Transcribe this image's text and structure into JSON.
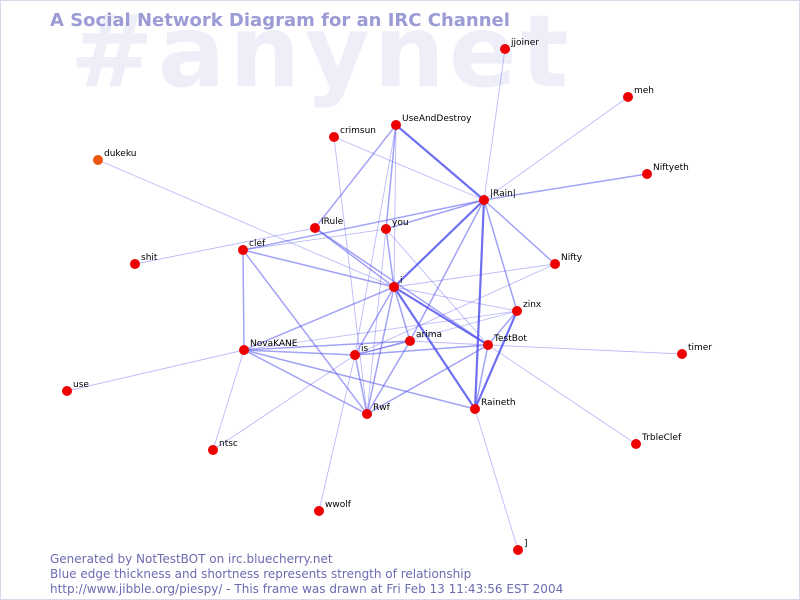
{
  "watermark": "#anynet",
  "title": "A Social Network Diagram for an IRC Channel",
  "footer": {
    "line1": "Generated by NotTestBOT on irc.bluecherry.net",
    "line2": "Blue edge thickness and shortness represents strength of relationship",
    "line3": "http://www.jibble.org/piespy/ - This frame was drawn at Fri Feb 13 11:43:56 EST 2004"
  },
  "colors": {
    "node": "#ee0000",
    "node_alt": "#ee5511",
    "edge": "#5555ee",
    "title": "#9b9bd6",
    "watermark": "#eeeef9",
    "footer": "#6b6bb0"
  },
  "nodes": [
    {
      "id": "jjoiner",
      "label": "jjoiner"
    },
    {
      "id": "meh",
      "label": "meh"
    },
    {
      "id": "UseAndDestroy",
      "label": "UseAndDestroy"
    },
    {
      "id": "crimsun",
      "label": "crimsun"
    },
    {
      "id": "dukeku",
      "label": "dukeku"
    },
    {
      "id": "Niftyeth",
      "label": "Niftyeth"
    },
    {
      "id": "Rain",
      "label": "|Rain|"
    },
    {
      "id": "IRule",
      "label": "IRule"
    },
    {
      "id": "you",
      "label": "you"
    },
    {
      "id": "clef",
      "label": "clef"
    },
    {
      "id": "shit",
      "label": "shit"
    },
    {
      "id": "Nifty",
      "label": "Nifty"
    },
    {
      "id": "i",
      "label": "i"
    },
    {
      "id": "zinx",
      "label": "zinx"
    },
    {
      "id": "arima",
      "label": "arima"
    },
    {
      "id": "NovaKANE",
      "label": "NovaKANE"
    },
    {
      "id": "is",
      "label": "is"
    },
    {
      "id": "TestBot",
      "label": "TestBot"
    },
    {
      "id": "timer",
      "label": "timer"
    },
    {
      "id": "use",
      "label": "use"
    },
    {
      "id": "Rwf",
      "label": "Rwf"
    },
    {
      "id": "Raineth",
      "label": "Raineth"
    },
    {
      "id": "TrbleClef",
      "label": "TrbleClef"
    },
    {
      "id": "ntsc",
      "label": "ntsc"
    },
    {
      "id": "wwolf",
      "label": "wwolf"
    },
    {
      "id": "bracket",
      "label": "]"
    }
  ],
  "edges": [
    {
      "from": "jjoiner",
      "to": "Rain",
      "strength": 1
    },
    {
      "from": "meh",
      "to": "Rain",
      "strength": 1
    },
    {
      "from": "Niftyeth",
      "to": "Rain",
      "strength": 2
    },
    {
      "from": "UseAndDestroy",
      "to": "Rain",
      "strength": 3
    },
    {
      "from": "crimsun",
      "to": "Rain",
      "strength": 1
    },
    {
      "from": "UseAndDestroy",
      "to": "IRule",
      "strength": 2
    },
    {
      "from": "UseAndDestroy",
      "to": "you",
      "strength": 2
    },
    {
      "from": "UseAndDestroy",
      "to": "i",
      "strength": 1
    },
    {
      "from": "UseAndDestroy",
      "to": "is",
      "strength": 1
    },
    {
      "from": "crimsun",
      "to": "Rwf",
      "strength": 1
    },
    {
      "from": "dukeku",
      "to": "i",
      "strength": 1
    },
    {
      "from": "Rain",
      "to": "clef",
      "strength": 2
    },
    {
      "from": "Rain",
      "to": "you",
      "strength": 2
    },
    {
      "from": "Rain",
      "to": "i",
      "strength": 3
    },
    {
      "from": "Rain",
      "to": "Nifty",
      "strength": 2
    },
    {
      "from": "Rain",
      "to": "zinx",
      "strength": 2
    },
    {
      "from": "Rain",
      "to": "Raineth",
      "strength": 3
    },
    {
      "from": "Rain",
      "to": "arima",
      "strength": 2
    },
    {
      "from": "IRule",
      "to": "shit",
      "strength": 1
    },
    {
      "from": "IRule",
      "to": "i",
      "strength": 2
    },
    {
      "from": "IRule",
      "to": "TestBot",
      "strength": 2
    },
    {
      "from": "clef",
      "to": "i",
      "strength": 2
    },
    {
      "from": "clef",
      "to": "NovaKANE",
      "strength": 2
    },
    {
      "from": "clef",
      "to": "Rwf",
      "strength": 2
    },
    {
      "from": "clef",
      "to": "you",
      "strength": 1
    },
    {
      "from": "you",
      "to": "i",
      "strength": 2
    },
    {
      "from": "you",
      "to": "TestBot",
      "strength": 1
    },
    {
      "from": "you",
      "to": "Rwf",
      "strength": 1
    },
    {
      "from": "Nifty",
      "to": "i",
      "strength": 1
    },
    {
      "from": "Nifty",
      "to": "is",
      "strength": 1
    },
    {
      "from": "i",
      "to": "zinx",
      "strength": 1
    },
    {
      "from": "i",
      "to": "arima",
      "strength": 2
    },
    {
      "from": "i",
      "to": "NovaKANE",
      "strength": 2
    },
    {
      "from": "i",
      "to": "is",
      "strength": 2
    },
    {
      "from": "i",
      "to": "TestBot",
      "strength": 3
    },
    {
      "from": "i",
      "to": "Raineth",
      "strength": 3
    },
    {
      "from": "i",
      "to": "Rwf",
      "strength": 2
    },
    {
      "from": "zinx",
      "to": "TestBot",
      "strength": 2
    },
    {
      "from": "zinx",
      "to": "Raineth",
      "strength": 3
    },
    {
      "from": "zinx",
      "to": "is",
      "strength": 1
    },
    {
      "from": "zinx",
      "to": "NovaKANE",
      "strength": 1
    },
    {
      "from": "arima",
      "to": "NovaKANE",
      "strength": 2
    },
    {
      "from": "arima",
      "to": "TestBot",
      "strength": 1
    },
    {
      "from": "arima",
      "to": "is",
      "strength": 2
    },
    {
      "from": "arima",
      "to": "Rwf",
      "strength": 2
    },
    {
      "from": "NovaKANE",
      "to": "is",
      "strength": 2
    },
    {
      "from": "NovaKANE",
      "to": "Rwf",
      "strength": 2
    },
    {
      "from": "NovaKANE",
      "to": "use",
      "strength": 1
    },
    {
      "from": "NovaKANE",
      "to": "ntsc",
      "strength": 1
    },
    {
      "from": "NovaKANE",
      "to": "Raineth",
      "strength": 2
    },
    {
      "from": "is",
      "to": "TestBot",
      "strength": 2
    },
    {
      "from": "is",
      "to": "Rwf",
      "strength": 2
    },
    {
      "from": "is",
      "to": "ntsc",
      "strength": 1
    },
    {
      "from": "is",
      "to": "wwolf",
      "strength": 1
    },
    {
      "from": "TestBot",
      "to": "timer",
      "strength": 1
    },
    {
      "from": "TestBot",
      "to": "TrbleClef",
      "strength": 1
    },
    {
      "from": "TestBot",
      "to": "Rwf",
      "strength": 2
    },
    {
      "from": "TestBot",
      "to": "Raineth",
      "strength": 2
    },
    {
      "from": "Raineth",
      "to": "bracket",
      "strength": 1
    }
  ]
}
